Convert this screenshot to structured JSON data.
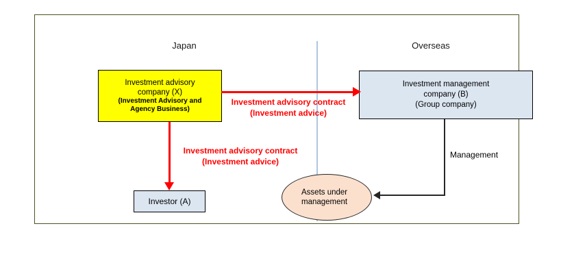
{
  "diagram": {
    "regions": [
      {
        "id": "japan",
        "label": "Japan"
      },
      {
        "id": "overseas",
        "label": "Overseas"
      }
    ],
    "nodes": {
      "advisory_company": {
        "line1": "Investment advisory",
        "line2": "company (X)",
        "line3": "(Investment Advisory and",
        "line4": "Agency Business)",
        "fill": "#ffff00",
        "border": "#000000"
      },
      "management_company": {
        "line1": "Investment management",
        "line2": "company (B)",
        "line3": "(Group company)",
        "fill": "#dce6f1",
        "border": "#000000"
      },
      "investor": {
        "line1": "Investor (A)",
        "fill": "#dce6f1",
        "border": "#000000"
      },
      "assets": {
        "line1": "Assets under",
        "line2": "management",
        "fill": "#fbe0ce",
        "border": "#262626"
      }
    },
    "arrows": {
      "advisory_to_management": {
        "label_line1": "Investment advisory contract",
        "label_line2": "(Investment advice)",
        "color": "#ff0000",
        "direction": "right"
      },
      "advisory_to_investor": {
        "label_line1": "Investment advisory contract",
        "label_line2": "(Investment advice)",
        "color": "#ff0000",
        "direction": "down"
      },
      "management_to_assets": {
        "label": "Management",
        "color": "#262626",
        "direction": "left"
      }
    },
    "colors": {
      "frame_border": "#4b5320",
      "region_divider": "#aec6e0",
      "background": "#ffffff"
    }
  }
}
